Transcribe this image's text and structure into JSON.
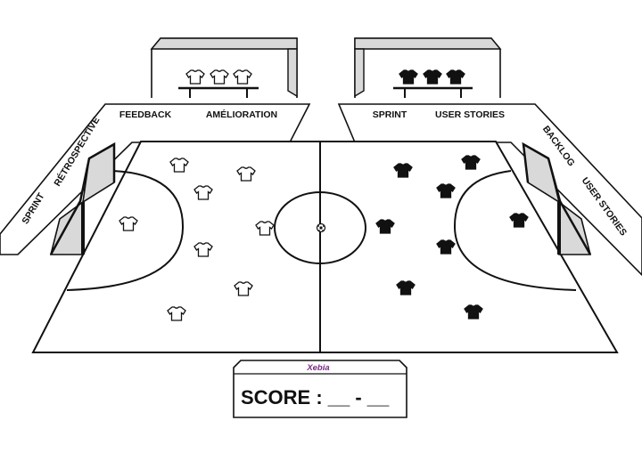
{
  "title": "",
  "banners": {
    "left_top": {
      "item_1": "FEEDBACK",
      "item_2": "AMÉLIORATION"
    },
    "right_top": {
      "item_1": "SPRINT",
      "item_2": "USER STORIES"
    },
    "left_side": {
      "item_1": "SPRINT",
      "item_2": "RÉTROSPECTIVE"
    },
    "right_side": {
      "item_1": "BACKLOG",
      "item_2": "USER STORIES"
    }
  },
  "scoreboard": {
    "logo": "Xebia",
    "label": "SCORE : __ - __"
  },
  "colors": {
    "team_left": "#ffffff",
    "team_right": "#111111",
    "line": "#111111",
    "stand_fill": "#d9d9d9",
    "logo": "#7b2b82"
  },
  "teams": {
    "left": {
      "color": "white",
      "players_on_field": 8,
      "bench_players": 3
    },
    "right": {
      "color": "black",
      "players_on_field": 8,
      "bench_players": 3
    }
  }
}
